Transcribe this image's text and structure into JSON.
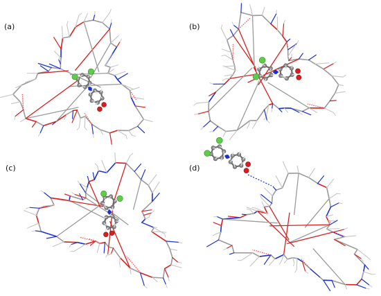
{
  "panels": [
    {
      "id": "a",
      "label": "(a)"
    },
    {
      "id": "b",
      "label": "(b)"
    },
    {
      "id": "c",
      "label": "(c)"
    },
    {
      "id": "d",
      "label": "(d)"
    }
  ],
  "colors": {
    "background": "#ffffff",
    "backbone": "#9a9a9a",
    "hydrogen": "#c8c8c8",
    "oxygen": "#d81e1e",
    "nitrogen": "#1a2fd6",
    "carbon_ball": "#8f8f8f",
    "chlorine": "#5fcd4a",
    "hbond": "#ff4a4a"
  }
}
